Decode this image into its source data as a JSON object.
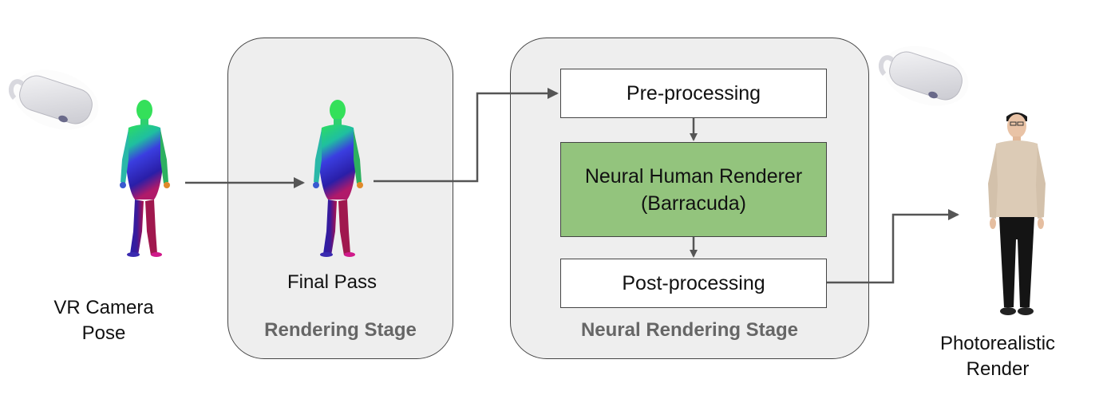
{
  "labels": {
    "vr_camera_pose_line1": "VR Camera",
    "vr_camera_pose_line2": "Pose",
    "final_pass": "Final Pass",
    "rendering_stage": "Rendering Stage",
    "neural_rendering_stage": "Neural Rendering Stage",
    "pre_processing": "Pre-processing",
    "neural_renderer_line1": "Neural Human Renderer",
    "neural_renderer_line2": "(Barracuda)",
    "post_processing": "Post-processing",
    "photorealistic_line1": "Photorealistic",
    "photorealistic_line2": "Render"
  },
  "colors": {
    "panel_fill": "#eeeeee",
    "renderer_box_fill": "#93c47d",
    "arrow": "#555555",
    "stage_label": "#666666"
  },
  "icons": [
    "vr-headset-icon",
    "normal-map-human-figure-icon",
    "photorealistic-person-icon"
  ]
}
